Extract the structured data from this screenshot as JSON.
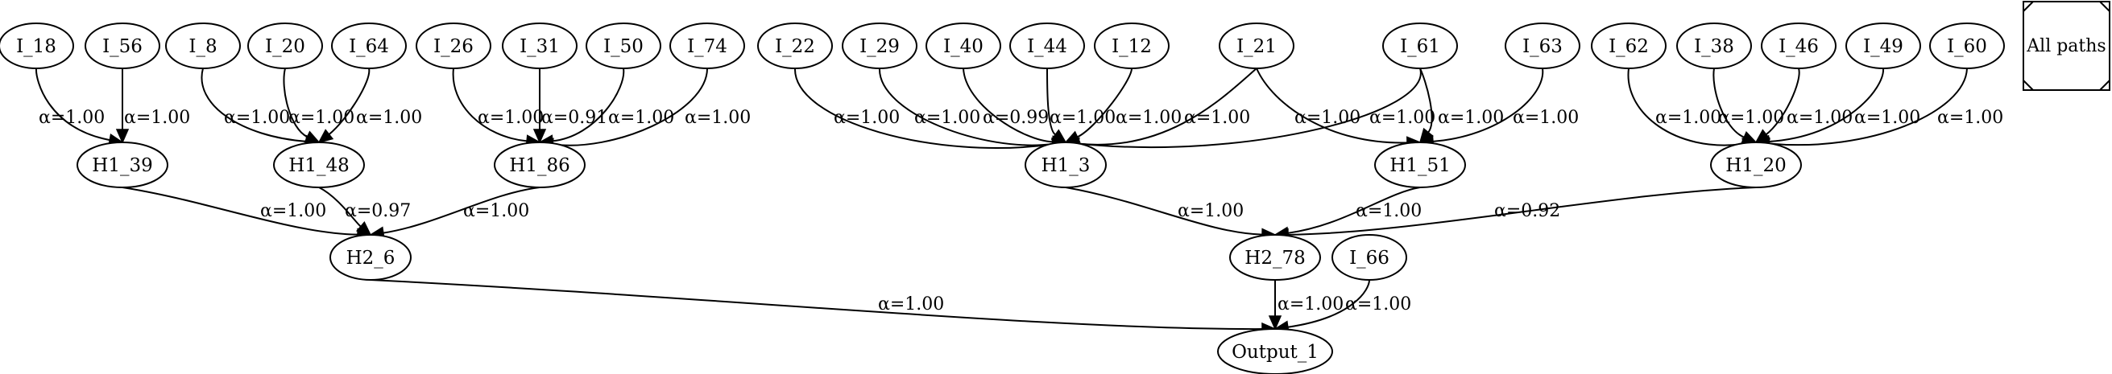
{
  "nodes": [
    {
      "id": "I_18",
      "label": "I_18"
    },
    {
      "id": "I_56",
      "label": "I_56"
    },
    {
      "id": "I_8",
      "label": "I_8"
    },
    {
      "id": "I_20",
      "label": "I_20"
    },
    {
      "id": "I_64",
      "label": "I_64"
    },
    {
      "id": "I_26",
      "label": "I_26"
    },
    {
      "id": "I_31",
      "label": "I_31"
    },
    {
      "id": "I_50",
      "label": "I_50"
    },
    {
      "id": "I_74",
      "label": "I_74"
    },
    {
      "id": "I_22",
      "label": "I_22"
    },
    {
      "id": "I_29",
      "label": "I_29"
    },
    {
      "id": "I_40",
      "label": "I_40"
    },
    {
      "id": "I_44",
      "label": "I_44"
    },
    {
      "id": "I_12",
      "label": "I_12"
    },
    {
      "id": "I_21",
      "label": "I_21"
    },
    {
      "id": "I_61",
      "label": "I_61"
    },
    {
      "id": "I_63",
      "label": "I_63"
    },
    {
      "id": "I_62",
      "label": "I_62"
    },
    {
      "id": "I_38",
      "label": "I_38"
    },
    {
      "id": "I_46",
      "label": "I_46"
    },
    {
      "id": "I_49",
      "label": "I_49"
    },
    {
      "id": "I_60",
      "label": "I_60"
    },
    {
      "id": "H1_39",
      "label": "H1_39"
    },
    {
      "id": "H1_48",
      "label": "H1_48"
    },
    {
      "id": "H1_86",
      "label": "H1_86"
    },
    {
      "id": "H1_3",
      "label": "H1_3"
    },
    {
      "id": "H1_51",
      "label": "H1_51"
    },
    {
      "id": "H1_20",
      "label": "H1_20"
    },
    {
      "id": "H2_6",
      "label": "H2_6"
    },
    {
      "id": "H2_78",
      "label": "H2_78"
    },
    {
      "id": "I_66",
      "label": "I_66"
    },
    {
      "id": "Output_1",
      "label": "Output_1"
    }
  ],
  "edges": [
    {
      "from": "I_18",
      "to": "H1_39",
      "label": "α=1.00"
    },
    {
      "from": "I_56",
      "to": "H1_39",
      "label": "α=1.00"
    },
    {
      "from": "I_8",
      "to": "H1_48",
      "label": "α=1.00"
    },
    {
      "from": "I_20",
      "to": "H1_48",
      "label": "α=1.00"
    },
    {
      "from": "I_64",
      "to": "H1_48",
      "label": "α=1.00"
    },
    {
      "from": "I_26",
      "to": "H1_86",
      "label": "α=1.00"
    },
    {
      "from": "I_31",
      "to": "H1_86",
      "label": "α=0.91"
    },
    {
      "from": "I_50",
      "to": "H1_86",
      "label": "α=1.00"
    },
    {
      "from": "I_74",
      "to": "H1_86",
      "label": "α=1.00"
    },
    {
      "from": "I_22",
      "to": "H1_3",
      "label": "α=1.00"
    },
    {
      "from": "I_29",
      "to": "H1_3",
      "label": "α=1.00"
    },
    {
      "from": "I_40",
      "to": "H1_3",
      "label": "α=0.99"
    },
    {
      "from": "I_44",
      "to": "H1_3",
      "label": "α=1.00"
    },
    {
      "from": "I_12",
      "to": "H1_3",
      "label": "α=1.00"
    },
    {
      "from": "I_21",
      "to": "H1_3",
      "label": "α=1.00"
    },
    {
      "from": "I_21",
      "to": "H1_51",
      "label": "α=1.00"
    },
    {
      "from": "I_61",
      "to": "H1_3",
      "label": "α=1.00"
    },
    {
      "from": "I_61",
      "to": "H1_51",
      "label": "α=1.00"
    },
    {
      "from": "I_63",
      "to": "H1_51",
      "label": "α=1.00"
    },
    {
      "from": "I_62",
      "to": "H1_20",
      "label": "α=1.00"
    },
    {
      "from": "I_38",
      "to": "H1_20",
      "label": "α=1.00"
    },
    {
      "from": "I_46",
      "to": "H1_20",
      "label": "α=1.00"
    },
    {
      "from": "I_49",
      "to": "H1_20",
      "label": "α=1.00"
    },
    {
      "from": "I_60",
      "to": "H1_20",
      "label": "α=1.00"
    },
    {
      "from": "H1_39",
      "to": "H2_6",
      "label": "α=1.00"
    },
    {
      "from": "H1_48",
      "to": "H2_6",
      "label": "α=0.97"
    },
    {
      "from": "H1_86",
      "to": "H2_6",
      "label": "α=1.00"
    },
    {
      "from": "H1_3",
      "to": "H2_78",
      "label": "α=1.00"
    },
    {
      "from": "H1_51",
      "to": "H2_78",
      "label": "α=1.00"
    },
    {
      "from": "H1_20",
      "to": "H2_78",
      "label": "α=0.92"
    },
    {
      "from": "H2_6",
      "to": "Output_1",
      "label": "α=1.00"
    },
    {
      "from": "H2_78",
      "to": "Output_1",
      "label": "α=1.00"
    },
    {
      "from": "I_66",
      "to": "Output_1",
      "label": "α=1.00"
    }
  ],
  "legend": {
    "label": "All paths"
  }
}
